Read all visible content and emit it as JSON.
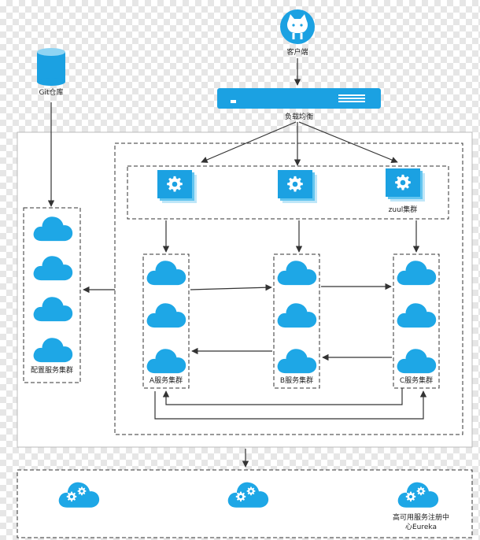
{
  "colors": {
    "accent": "#1ba1e2",
    "cloud": "#1ea7e6",
    "line": "#333333",
    "panel": "#ffffff"
  },
  "nodes": {
    "client": {
      "label": "客户端",
      "icon": "github-icon"
    },
    "git": {
      "label": "Git仓库",
      "icon": "database-icon"
    },
    "load_balancer": {
      "label": "负载均衡",
      "icon": "server-icon"
    },
    "zuul": {
      "label": "zuul集群",
      "icon": "gear-icon",
      "count": 3
    },
    "config_cluster": {
      "label": "配置服务集群",
      "icon": "cloud-icon",
      "count": 4
    },
    "cluster_a": {
      "label": "A服务集群",
      "icon": "cloud-icon",
      "count": 3
    },
    "cluster_b": {
      "label": "B服务集群",
      "icon": "cloud-icon",
      "count": 3
    },
    "cluster_c": {
      "label": "C服务集群",
      "icon": "cloud-icon",
      "count": 3
    },
    "eureka": {
      "label_line1": "高可用服务注册中",
      "label_line2": "心Eureka",
      "icon": "cloud-gear-icon",
      "count": 3
    }
  }
}
